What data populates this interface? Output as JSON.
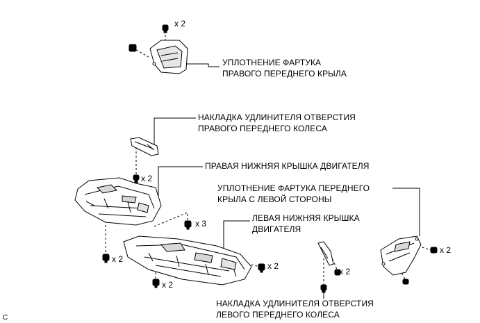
{
  "labels": {
    "right_fender_seal_1": "УПЛОТНЕНИЕ ФАРТУКА",
    "right_fender_seal_2": "ПРАВОГО ПЕРЕДНЕГО КРЫЛА",
    "right_wheel_ext_1": "НАКЛАДКА УДЛИНИТЕЛЯ ОТВЕРСТИЯ",
    "right_wheel_ext_2": "ПРАВОГО ПЕРЕДНЕГО КОЛЕСА",
    "right_engine_cover": "ПРАВАЯ НИЖНЯЯ КРЫШКА ДВИГАТЕЛЯ",
    "left_fender_seal_1": "УПЛОТНЕНИЕ ФАРТУКА ПЕРЕДНЕГО",
    "left_fender_seal_2": "КРЫЛА С ЛЕВОЙ СТОРОНЫ",
    "left_engine_cover_1": "ЛЕВАЯ НИЖНЯЯ КРЫШКА",
    "left_engine_cover_2": "ДВИГАТЕЛЯ",
    "left_wheel_ext_1": "НАКЛАДКА УДЛИНИТЕЛЯ ОТВЕРСТИЯ",
    "left_wheel_ext_2": "ЛЕВОГО ПЕРЕДНЕГО КОЛЕСА"
  },
  "quantities": {
    "q_top_clip": "x 2",
    "q_right_ext_clip": "x 2",
    "q_center_bolt": "x 3",
    "q_left_bolts": "x 2",
    "q_bottom_bolts": "x 2",
    "q_right_cover_bolts": "x 2",
    "q_left_ext_clip": "x 2",
    "q_left_seal_clip": "x 2"
  },
  "figure_code": "C",
  "colors": {
    "line": "#000000",
    "fill": "#ffffff",
    "shade": "#cfcfcf"
  }
}
